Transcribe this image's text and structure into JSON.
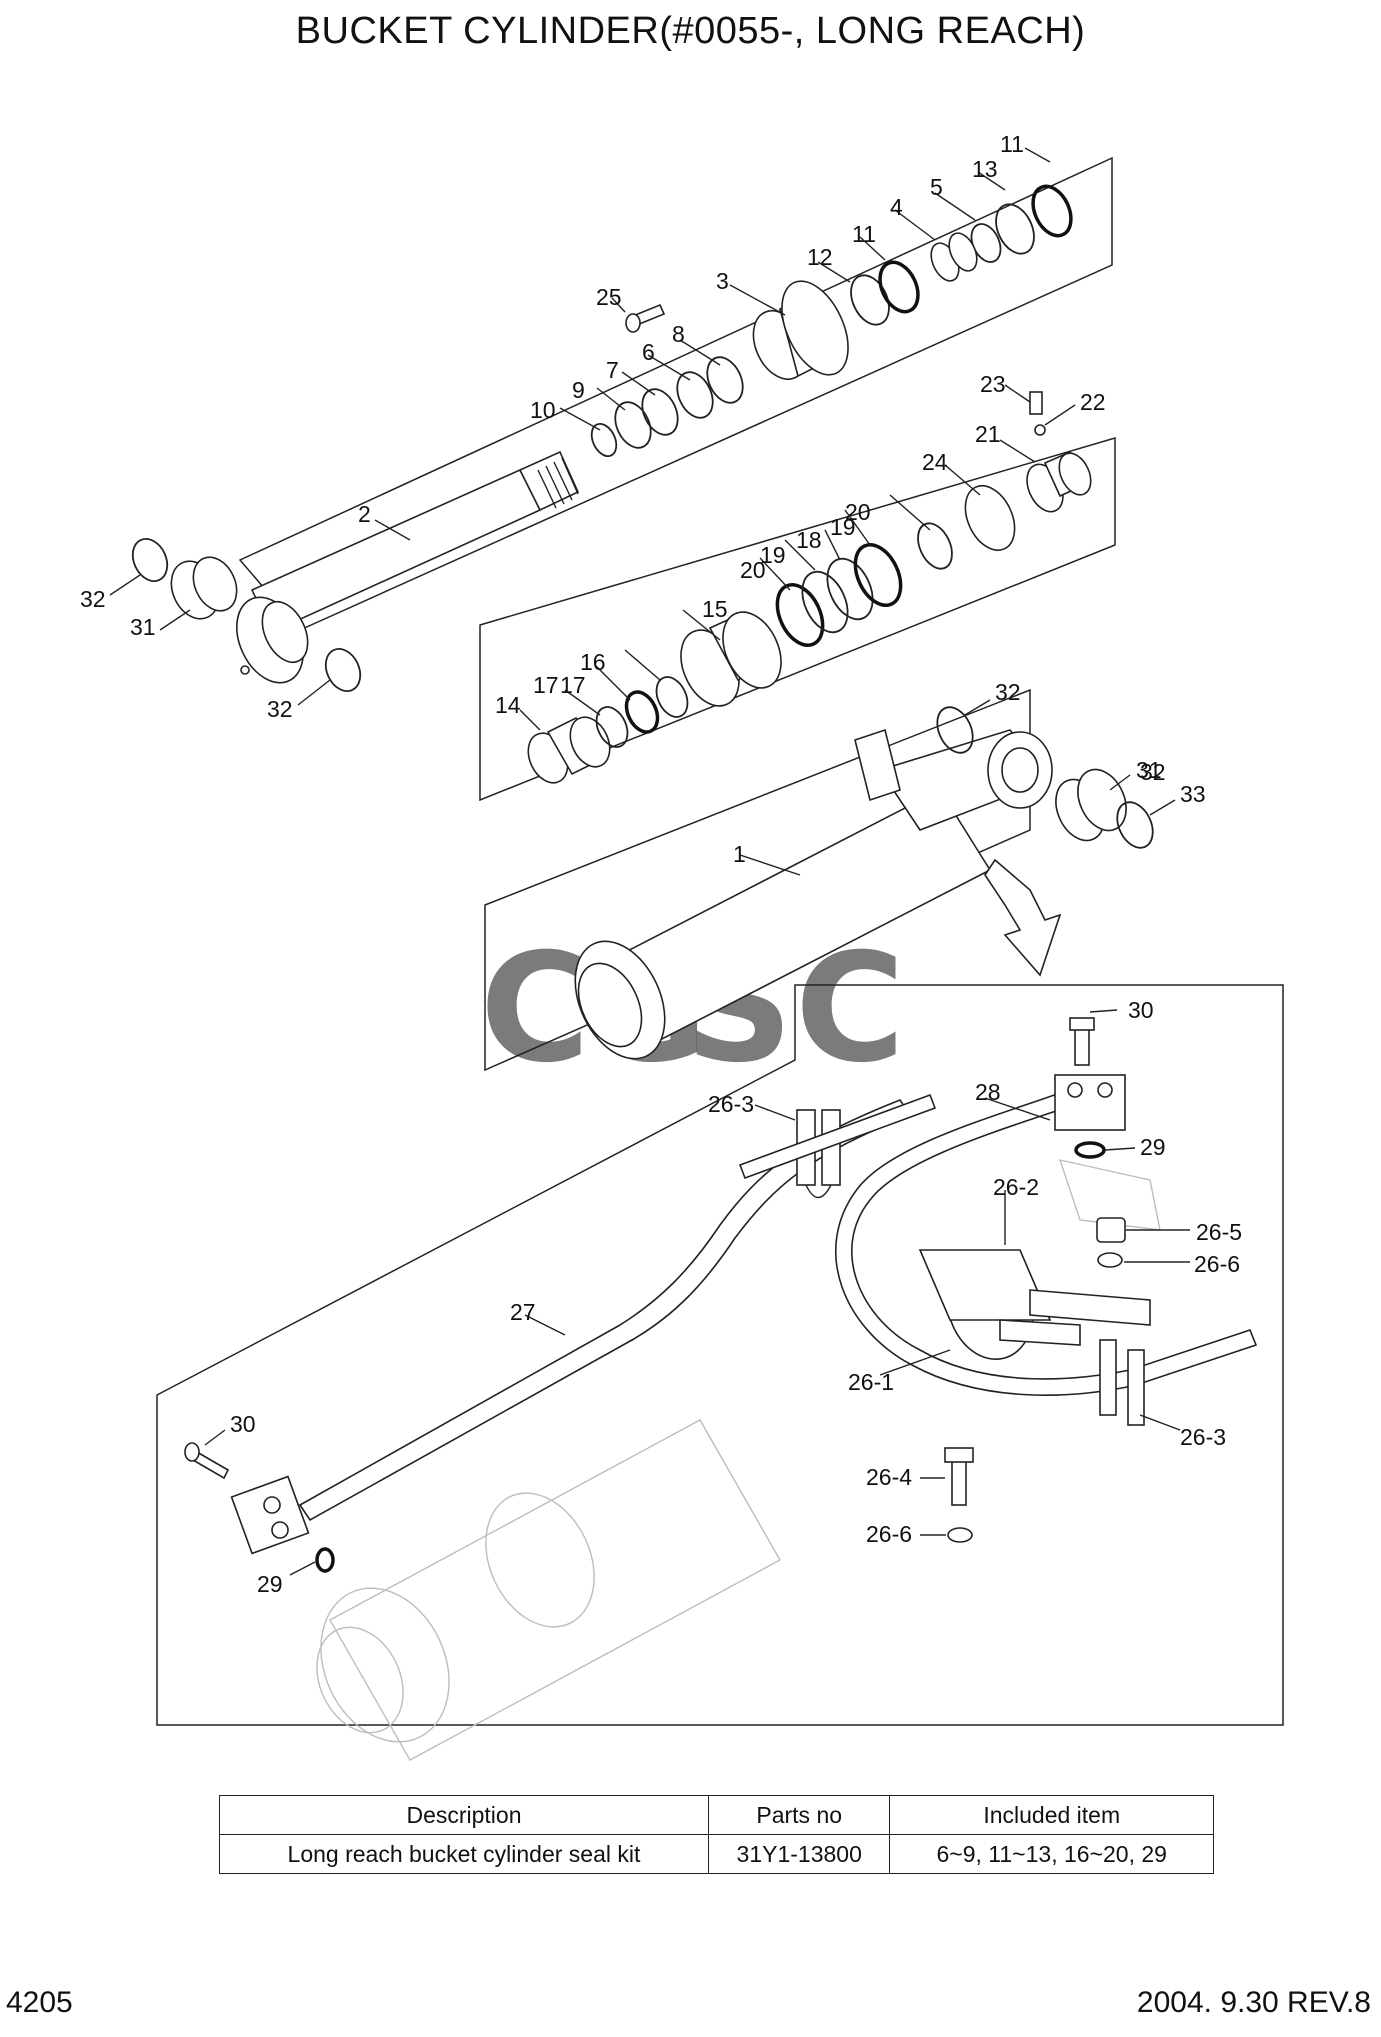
{
  "title": "BUCKET CYLINDER(#0055-, LONG REACH)",
  "watermark": {
    "letters": [
      "C",
      "G",
      "S",
      "C"
    ],
    "colors": [
      "#4a86e8",
      "#ea6f62",
      "#f6c744",
      "#5bbf8a"
    ]
  },
  "callouts": [
    "1",
    "2",
    "3",
    "4",
    "5",
    "6",
    "7",
    "8",
    "9",
    "10",
    "11",
    "11",
    "12",
    "13",
    "14",
    "15",
    "16",
    "17",
    "17",
    "18",
    "19",
    "19",
    "20",
    "20",
    "21",
    "22",
    "23",
    "24",
    "25",
    "26-1",
    "26-2",
    "26-3",
    "26-3",
    "26-4",
    "26-5",
    "26-6",
    "26-6",
    "27",
    "28",
    "29",
    "29",
    "30",
    "30",
    "31",
    "31",
    "32",
    "32",
    "32",
    "32",
    "33"
  ],
  "kit_table": {
    "headers": [
      "Description",
      "Parts no",
      "Included item"
    ],
    "rows": [
      [
        "Long reach bucket cylinder seal kit",
        "31Y1-13800",
        "6~9, 11~13, 16~20, 29"
      ]
    ]
  },
  "footer": {
    "page": "4205",
    "revision": "2004. 9.30 REV.8"
  }
}
